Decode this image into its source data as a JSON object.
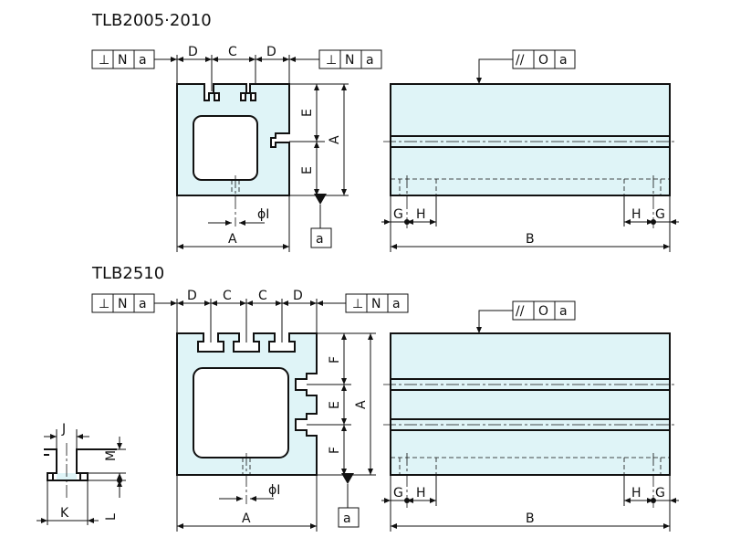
{
  "titles": {
    "top": "TLB2005·2010",
    "bottom": "TLB2510"
  },
  "fcf": {
    "perp_symbol": "⊥",
    "parallel_symbol": "//",
    "flatness_symbol": "○",
    "N": "N",
    "O": "O",
    "a": "a"
  },
  "dims": {
    "A": "A",
    "B": "B",
    "C": "C",
    "D": "D",
    "E": "E",
    "F": "F",
    "G": "G",
    "H": "H",
    "phiI": "ϕI",
    "J": "J",
    "K": "K",
    "L": "L",
    "M": "M"
  },
  "datum": "a",
  "colors": {
    "body": "#dff4f7",
    "line": "#111111"
  }
}
